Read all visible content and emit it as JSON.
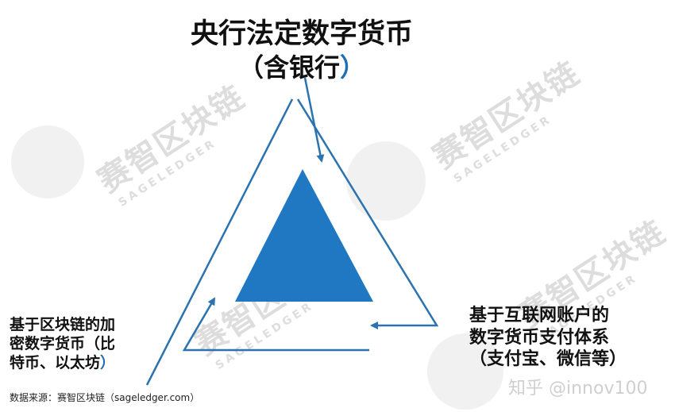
{
  "top_title": "央行法定数字货币",
  "top_subtitle_open": "（",
  "top_subtitle_text": "含银行",
  "top_subtitle_close": "）",
  "left_label": {
    "line1": "基于区块链的加",
    "line2": "密数字货币（比",
    "line3": "特币、以太坊",
    "close": "）"
  },
  "right_label": {
    "line1": "基于互联网账户的",
    "line2": "数字货币支付体系",
    "line3": "（支付宝、微信等）"
  },
  "source_text": "数据来源：赛智区块链（sageledger.com）",
  "zhihu_watermark": "知乎 @innov100",
  "watermark": {
    "cn": "赛智区块链",
    "en": "SAGELEDGER"
  },
  "colors": {
    "accent": "#1f78c1",
    "line": "#2a73b0",
    "watermark": "#d8d8d8"
  }
}
